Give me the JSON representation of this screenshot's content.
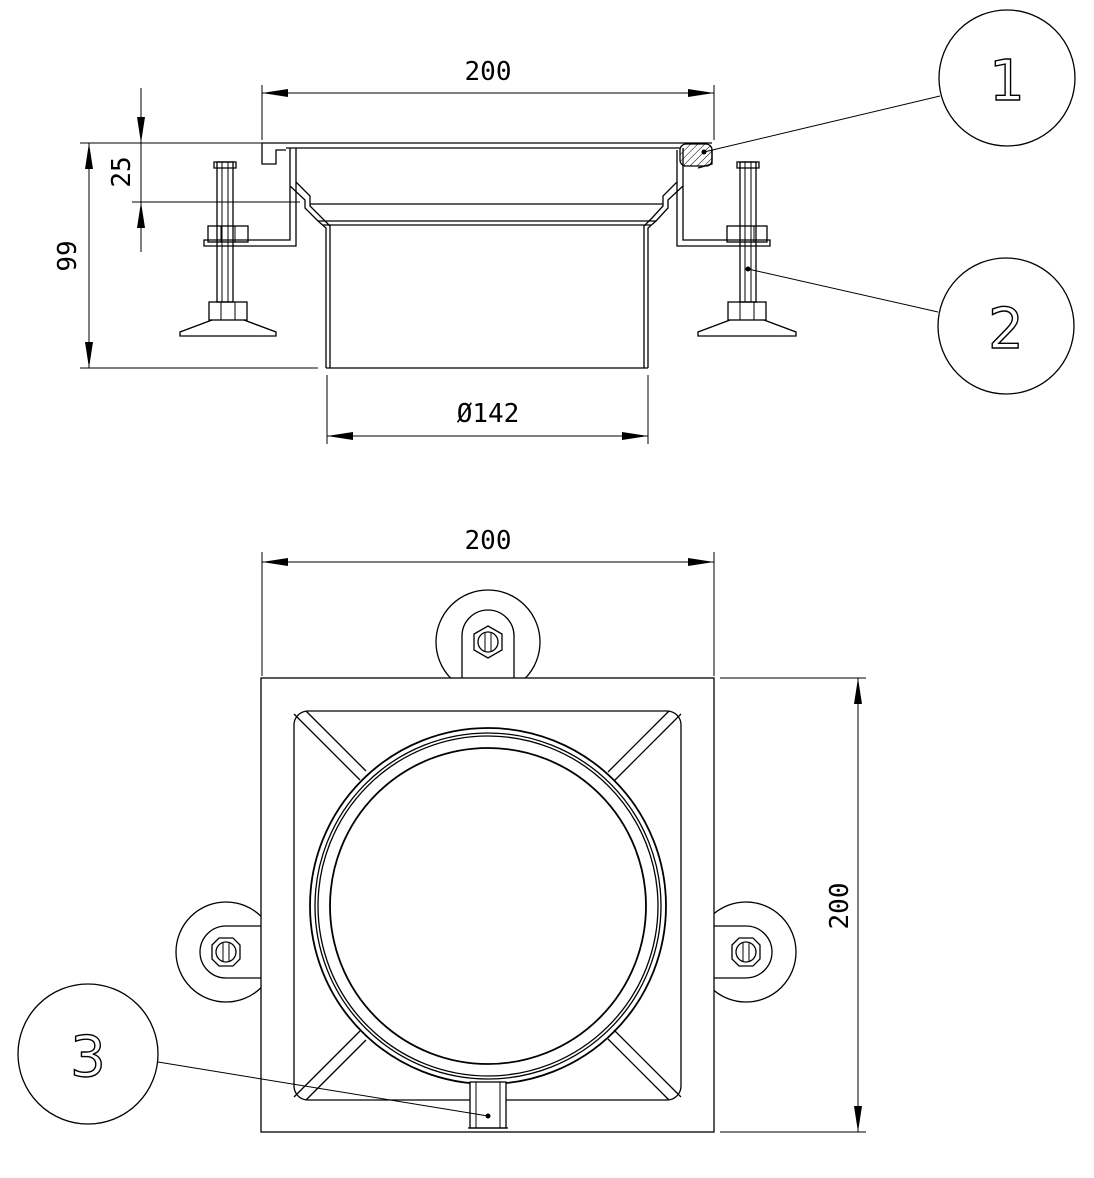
{
  "side_view": {
    "dims": {
      "top_width": "200",
      "flange_height": "25",
      "total_height": "99",
      "outlet_diameter": "Ø142"
    }
  },
  "plan_view": {
    "dims": {
      "width": "200",
      "height": "200"
    }
  },
  "balloons": {
    "b1": "1",
    "b2": "2",
    "b3": "3"
  }
}
